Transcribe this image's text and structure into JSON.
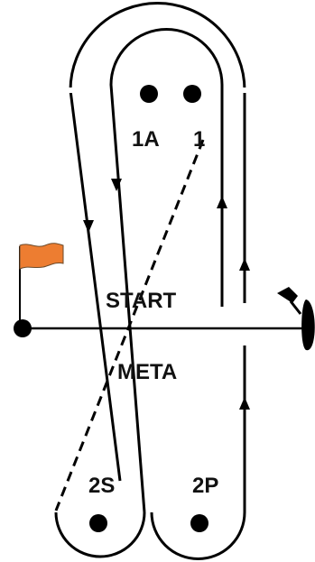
{
  "labels": {
    "point_1a": "1A",
    "point_1": "1",
    "point_2s": "2S",
    "point_2p": "2P",
    "start": "START",
    "finish": "META"
  },
  "colors": {
    "line": "#000000",
    "flag": "#ed7d31",
    "background": "#ffffff"
  },
  "icons": {
    "start_flag": "flag-icon",
    "timing_device": "timer-sensor-icon",
    "direction": "arrow-icon",
    "marker": "dot-marker-icon"
  }
}
